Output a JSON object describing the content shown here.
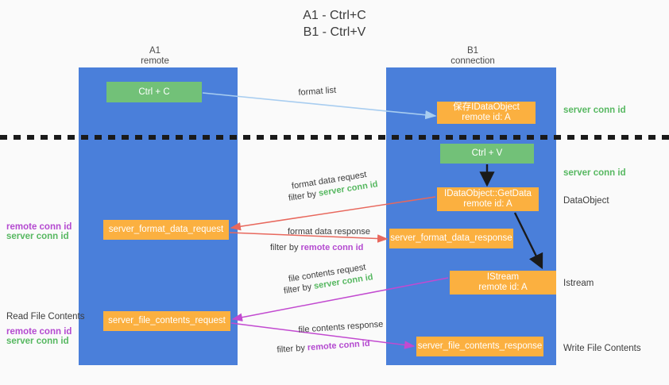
{
  "title": "A1 - Ctrl+C\nB1 - Ctrl+V",
  "columns": {
    "a1": "A1\nremote",
    "b1": "B1\nconnection"
  },
  "nodes": {
    "ctrl_c": "Ctrl + C",
    "save_dataobject": "保存IDataObject\nremote id: A",
    "ctrl_v": "Ctrl + V",
    "get_data": "IDataObject::GetData\nremote id: A",
    "format_data_request": "server_format_data_request",
    "format_data_response": "server_format_data_response",
    "istream": "IStream\nremote id: A",
    "file_contents_request": "server_file_contents_request",
    "file_contents_response": "server_file_contents_response"
  },
  "right_labels": {
    "server_conn_id_1": "server conn id",
    "server_conn_id_2": "server conn id",
    "dataobject": "DataObject",
    "istream": "Istream",
    "write_file_contents": "Write File Contents"
  },
  "left_labels": {
    "remote_conn_id_1": "remote conn id",
    "server_conn_id_1": "server conn id",
    "read_file_contents": "Read File Contents",
    "remote_conn_id_2": "remote conn id",
    "server_conn_id_2": "server conn id"
  },
  "edges": {
    "format_list": "format list",
    "format_data_request": "format data request",
    "format_data_request_filter_prefix": "filter by ",
    "format_data_request_filter_value": "server conn id",
    "format_data_response": "format data response",
    "format_data_response_filter_prefix": "filter by ",
    "format_data_response_filter_value": "remote conn id",
    "file_contents_request": "file contents request",
    "file_contents_request_filter_prefix": "filter by ",
    "file_contents_request_filter_value": "server conn id",
    "file_contents_response": "file contents response",
    "file_contents_response_filter_prefix": "filter by ",
    "file_contents_response_filter_value": "remote conn id"
  },
  "colors": {
    "lane": "#4a7fda",
    "green_node": "#72c178",
    "orange_node": "#fbb040",
    "server_conn": "#57b861",
    "remote_conn": "#b44ad0",
    "arrow_blue": "#a8cdf0",
    "arrow_red": "#e8685d",
    "arrow_magenta": "#c24ad0",
    "arrow_black": "#1a1a1a"
  }
}
